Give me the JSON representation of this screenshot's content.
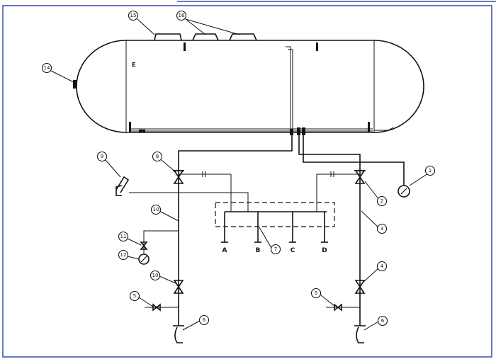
{
  "callouts": {
    "c1": "1",
    "c2": "2",
    "c3": "3",
    "c4": "4",
    "c5_left": "5",
    "c5_right": "5",
    "c6_left": "6",
    "c6_right": "6",
    "c7": "7",
    "c8": "8",
    "c9": "9",
    "c10_upper": "10",
    "c10_lower": "10",
    "c11": "11",
    "c12": "12",
    "c14": "14",
    "c15": "15",
    "c16": "16"
  },
  "tank_mark": "E",
  "ports": [
    "A",
    "B",
    "C",
    "D"
  ],
  "colors": {
    "line": "#111111",
    "border_blue": "#3a4aa8",
    "background": "#ffffff"
  }
}
